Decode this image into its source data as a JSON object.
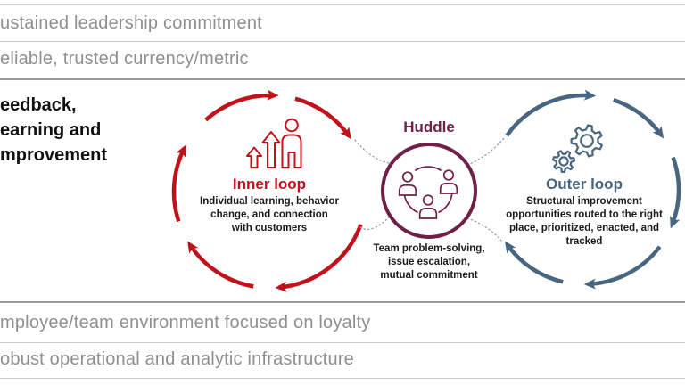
{
  "slide": {
    "top_bars": [
      {
        "label": "ustained leadership commitment"
      },
      {
        "label": "eliable, trusted currency/metric"
      }
    ],
    "left_heading": {
      "lines": [
        "eedback,",
        "earning and",
        "mprovement"
      ]
    },
    "loops": {
      "inner": {
        "title": "Inner loop",
        "color": "#c1121c",
        "icon": "growth-arrows-person-icon",
        "description_lines": [
          "Individual learning, behavior",
          "change, and connection",
          "with customers"
        ]
      },
      "huddle": {
        "title": "Huddle",
        "color": "#6e2049",
        "icon": "huddle-people-icon",
        "description_lines": [
          "Team problem-solving,",
          "issue escalation,",
          "mutual commitment"
        ]
      },
      "outer": {
        "title": "Outer loop",
        "color": "#48667f",
        "icon": "gears-icon",
        "description_lines": [
          "Structural improvement",
          "opportunities routed to the right",
          "place, prioritized, enacted, and",
          "tracked"
        ]
      }
    },
    "bottom_bars": [
      {
        "label": "mployee/team environment focused on loyalty"
      },
      {
        "label": "obust operational and analytic infrastructure"
      }
    ],
    "colors": {
      "bar_text": "#8f8f8f",
      "rule_light": "#cccccc",
      "rule_dark": "#9a9a9a",
      "connector_dotted": "#999999",
      "body_text": "#1b1b1b"
    }
  }
}
